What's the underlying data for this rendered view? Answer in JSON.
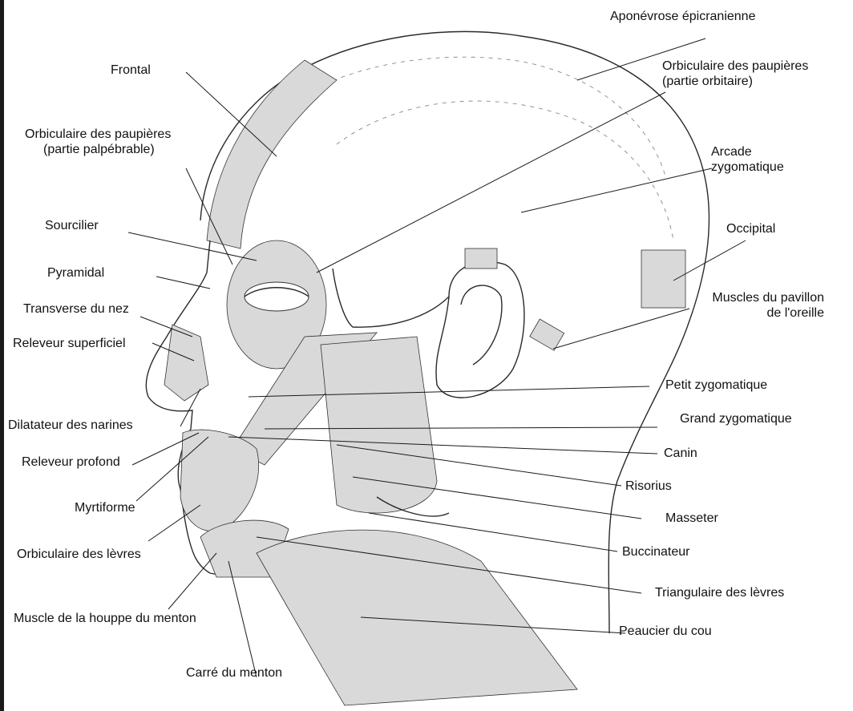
{
  "labels": {
    "aponevrose": "Aponévrose épicranienne",
    "orb_orbitaire_1": "Orbiculaire des paupières",
    "orb_orbitaire_2": "(partie orbitaire)",
    "frontal": "Frontal",
    "orb_palp_1": "Orbiculaire des paupières",
    "orb_palp_2": "(partie palpébrable)",
    "arcade_1": "Arcade",
    "arcade_2": "zygomatique",
    "sourcilier": "Sourcilier",
    "occipital": "Occipital",
    "pyramidal": "Pyramidal",
    "transverse": "Transverse du nez",
    "pavillon_1": "Muscles du pavillon",
    "pavillon_2": "de l'oreille",
    "releveur_sup": "Releveur superficiel",
    "petit_zygo": "Petit zygomatique",
    "dilatateur": "Dilatateur des narines",
    "grand_zygo": "Grand zygomatique",
    "releveur_prof": "Releveur profond",
    "canin": "Canin",
    "myrtiforme": "Myrtiforme",
    "risorius": "Risorius",
    "masseter": "Masseter",
    "orb_levres": "Orbiculaire des lèvres",
    "buccinateur": "Buccinateur",
    "triangulaire": "Triangulaire des lèvres",
    "houppe": "Muscle de la houppe du menton",
    "peaucier": "Peaucier du cou",
    "carre": "Carré du menton"
  }
}
